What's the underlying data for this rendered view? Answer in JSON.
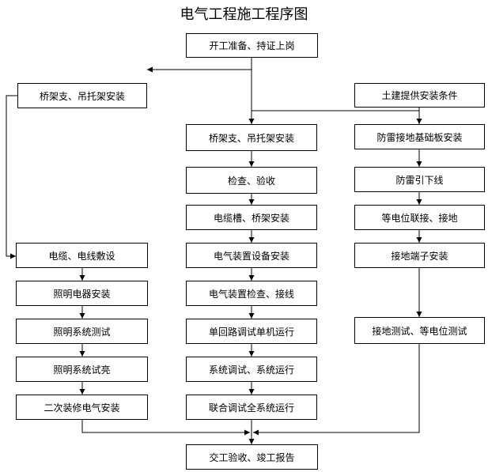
{
  "title": "电气工程施工程序图",
  "nodes": {
    "start": "开工准备、持证上岗",
    "left_tray": "桥架支、吊托架安装",
    "civil": "土建提供安装条件",
    "mid_tray": "桥架支、吊托架安装",
    "inspect": "检查、验收",
    "cable_trough": "电缆槽、桥架安装",
    "cable_laying": "电缆、电线敷设",
    "equip_install": "电气装置设备安装",
    "light_install": "照明电器安装",
    "equip_check": "电气装置检查、接线",
    "light_test": "照明系统测试",
    "single_loop": "单回路调试单机运行",
    "light_trial": "照明系统试亮",
    "system_debug": "系统调试、系统运行",
    "secondary": "二次装修电气安装",
    "joint_debug": "联合调试全系统运行",
    "lightning_base": "防雷接地基础板安装",
    "downlead": "防雷引下线",
    "equipotential": "等电位联接、接地",
    "ground_terminal": "接地端子安装",
    "ground_test": "接地测试、等电位测试",
    "handover": "交工验收、竣工报告"
  }
}
